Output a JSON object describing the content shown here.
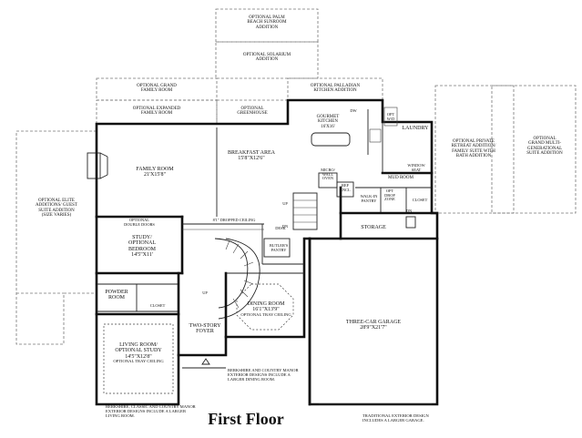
{
  "title": "First Floor",
  "rooms": {
    "palm_beach": {
      "name": "OPTIONAL PALM\nBEACH SUNROOM\nADDITION"
    },
    "solarium": {
      "name": "OPTIONAL SOLARIUM\nADDITION"
    },
    "grand_family": {
      "name": "OPTIONAL GRAND\nFAMILY ROOM"
    },
    "palladian": {
      "name": "OPTIONAL PALLADIAN\nKITCHEN ADDITION"
    },
    "expanded_family": {
      "name": "OPTIONAL EXPANDED\nFAMILY ROOM"
    },
    "greenhouse": {
      "name": "OPTIONAL\nGREENHOUSE"
    },
    "kitchen": {
      "name": "GOURMET\nKITCHEN",
      "dim": "16'X16'"
    },
    "laundry": {
      "name": "LAUNDRY"
    },
    "opt_wd": {
      "name": "OPT\nW/D"
    },
    "dw": {
      "name": "DW"
    },
    "family": {
      "name": "FAMILY ROOM",
      "dim": "21'X15'8\""
    },
    "breakfast": {
      "name": "BREAKFAST AREA",
      "dim": "15'8\"X12'6\""
    },
    "retreat": {
      "name": "OPTIONAL PRIVATE\nRETREAT ADDITION/\nFAMILY SUITE WITH\nBATH ADDITION"
    },
    "multigen": {
      "name": "OPTIONAL\nGRAND MULTI-\nGENERATIONAL\nSUITE ADDITION"
    },
    "elite": {
      "name": "OPTIONAL ELITE\nADDITIONS/ GUEST\nSUITE ADDITION\n(SIZE VARIES)"
    },
    "micro": {
      "name": "MICRO/\nWALL\nOVEN"
    },
    "ref": {
      "name": "REF\nENCL"
    },
    "mudroom": {
      "name": "MUD ROOM"
    },
    "window_seat": {
      "name": "WINDOW\nSEAT"
    },
    "walkin": {
      "name": "WALK-IN\nPANTRY"
    },
    "opt_drop": {
      "name": "OPT\nDROP\nZONE"
    },
    "closet_mud": {
      "name": "CLOSET"
    },
    "storage": {
      "name": "STORAGE"
    },
    "study": {
      "name": "STUDY/\nOPTIONAL\nBEDROOM",
      "dim": "14'5\"X11'"
    },
    "double_doors": {
      "name": "OPTIONAL\nDOUBLE DOORS"
    },
    "dropped_ceiling": {
      "name": "8'1\" DROPPED CEILING"
    },
    "desk": {
      "name": "DESK"
    },
    "butlers": {
      "name": "BUTLER'S\nPANTRY"
    },
    "powder": {
      "name": "POWDER\nROOM"
    },
    "closet_powder": {
      "name": "CLOSET"
    },
    "dining": {
      "name": "DINING ROOM",
      "dim": "16'1\"X13'9\"",
      "note": "OPTIONAL TRAY CEILING"
    },
    "garage": {
      "name": "THREE-CAR GARAGE",
      "dim": "28'9\"X21'7\""
    },
    "foyer": {
      "name": "TWO-STORY\nFOYER"
    },
    "living": {
      "name": "LIVING ROOM/\nOPTIONAL STUDY",
      "dim": "14'5\"X12'8\"",
      "note": "OPTIONAL TRAY CEILING"
    }
  },
  "marks": {
    "up_stair": "UP",
    "dn_stair": "DN",
    "up_foyer": "UP",
    "dn_garage": "DN"
  },
  "notes": {
    "living": "BERKSHIRE, CLASSIC AND COUNTRY MANOR\nEXTERIOR DESIGNS INCLUDE A LARGER\nLIVING ROOM.",
    "dining": "BERKSHIRE AND COUNTRY MANOR\nEXTERIOR DESIGNS INCLUDE A\nLARGER DINING ROOM.",
    "garage": "TRADITIONAL EXTERIOR DESIGN\nINCLUDES A LARGER GARAGE."
  }
}
